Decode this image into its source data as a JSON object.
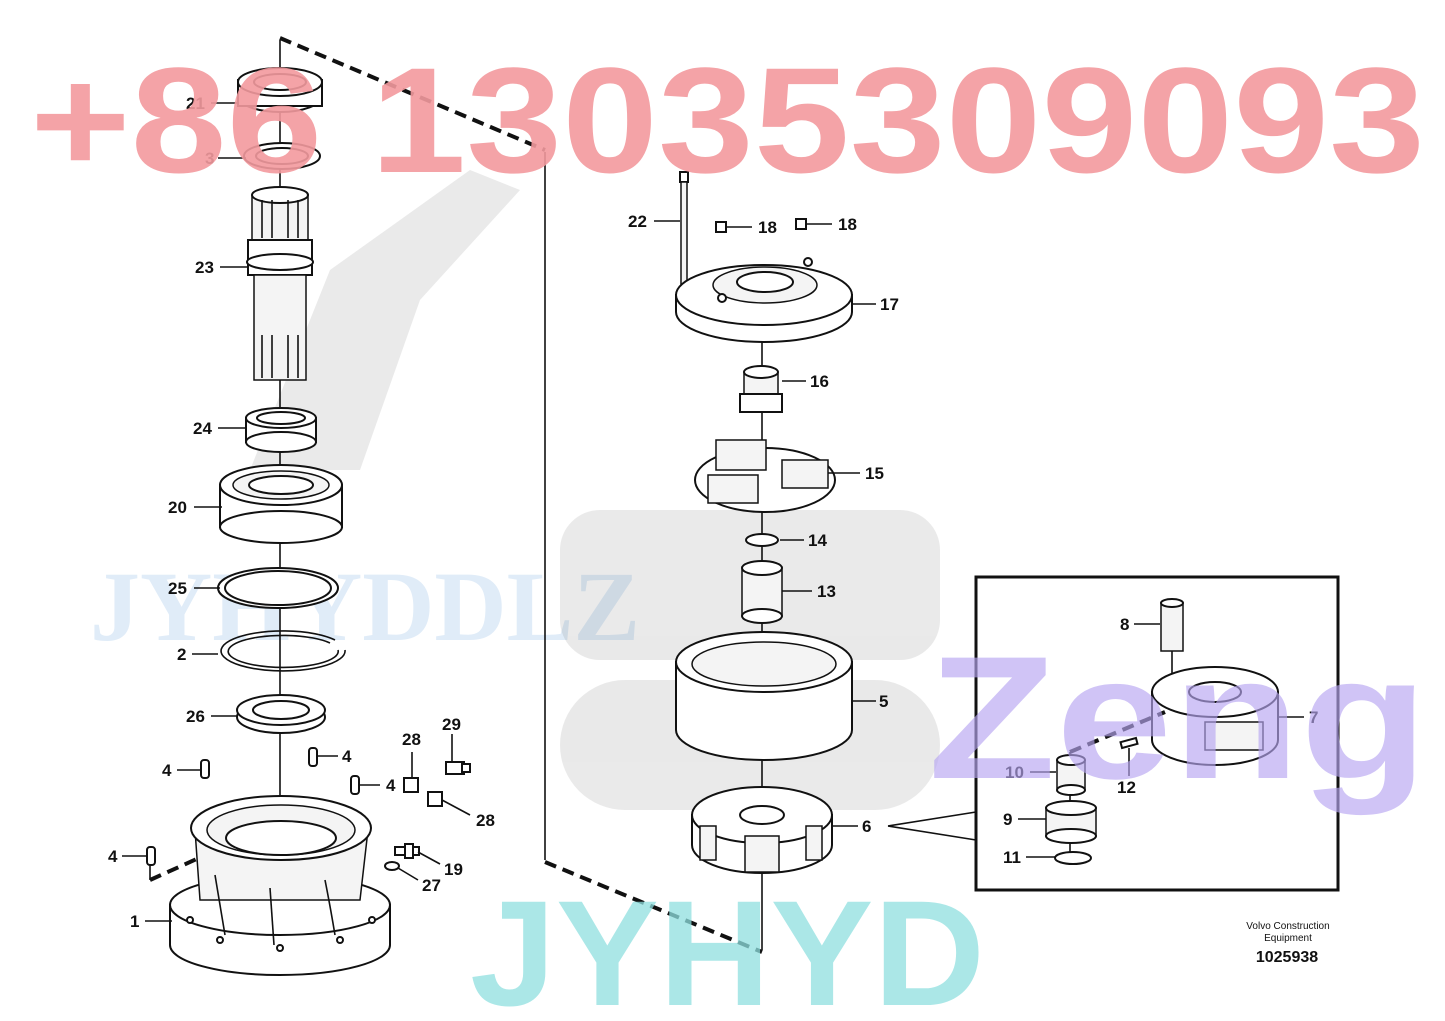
{
  "callouts": {
    "c21": "21",
    "c3": "3",
    "c23": "23",
    "c24": "24",
    "c20": "20",
    "c25": "25",
    "c2": "2",
    "c26": "26",
    "c4a": "4",
    "c4b": "4",
    "c4c": "4",
    "c4d": "4",
    "c28a": "28",
    "c29": "29",
    "c28b": "28",
    "c19": "19",
    "c27": "27",
    "c1": "1",
    "c22": "22",
    "c18a": "18",
    "c18b": "18",
    "c17": "17",
    "c16": "16",
    "c15": "15",
    "c14": "14",
    "c13": "13",
    "c5": "5",
    "c6": "6",
    "c8": "8",
    "c7": "7",
    "c10": "10",
    "c12": "12",
    "c9": "9",
    "c11": "11"
  },
  "credit": {
    "line1": "Volvo Construction",
    "line2": "Equipment"
  },
  "doc_number": "1025938",
  "watermarks": {
    "phone": "+86 13035309093",
    "brand": "JYHYD",
    "zeng": "Zeng",
    "faint": "JYHYDDLZ"
  },
  "colors": {
    "phone": "#f39a9e",
    "brand": "#8fe0e0",
    "zeng": "#b7a6f2",
    "ink": "#111111"
  }
}
